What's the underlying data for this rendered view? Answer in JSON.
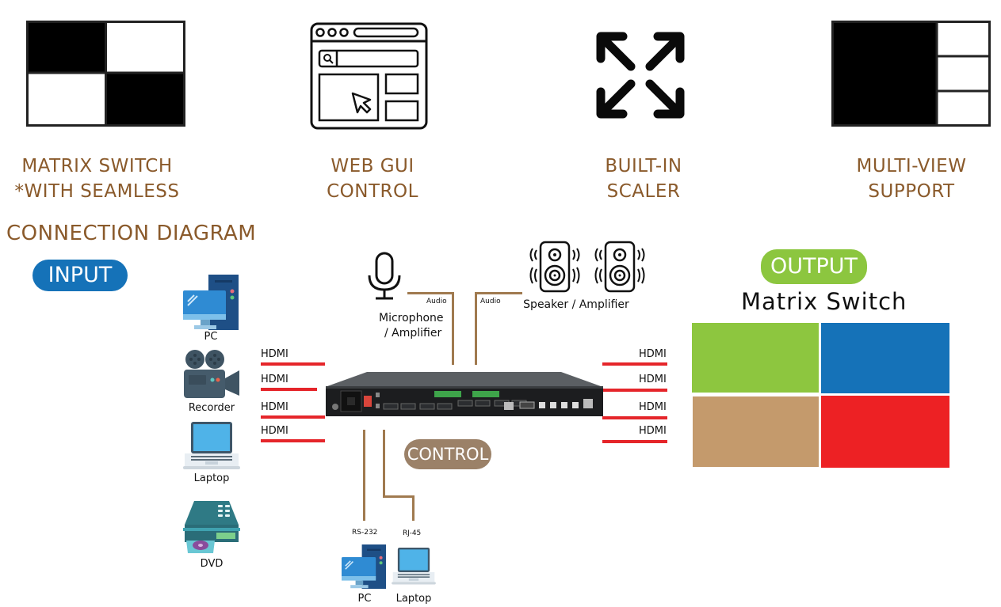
{
  "features": [
    {
      "icon": "matrix-grid-icon",
      "line1": "MATRIX SWITCH",
      "line2": "*WITH SEAMLESS"
    },
    {
      "icon": "web-browser-icon",
      "line1": "WEB GUI",
      "line2": "CONTROL"
    },
    {
      "icon": "expand-arrows-icon",
      "line1": "BUILT-IN",
      "line2": "SCALER"
    },
    {
      "icon": "multiview-layout-icon",
      "line1": "MULTI-VIEW",
      "line2": "SUPPORT"
    }
  ],
  "diagram": {
    "title": "CONNECTION DIAGRAM",
    "input_label": "INPUT",
    "output_label": "OUTPUT",
    "control_label": "CONTROL",
    "inputs": [
      {
        "name": "PC",
        "icon": "desktop-pc-icon"
      },
      {
        "name": "Recorder",
        "icon": "video-camera-icon"
      },
      {
        "name": "Laptop",
        "icon": "laptop-icon"
      },
      {
        "name": "DVD",
        "icon": "dvd-player-icon"
      }
    ],
    "input_links": [
      "HDMI",
      "HDMI",
      "HDMI",
      "HDMI"
    ],
    "output_links": [
      "HDMI",
      "HDMI",
      "HDMI",
      "HDMI"
    ],
    "audio_in": {
      "device": "Microphone / Amplifier",
      "device_line1": "Microphone",
      "device_line2": "/ Amplifier",
      "link": "Audio"
    },
    "audio_out": {
      "device": "Speaker / Amplifier",
      "link": "Audio"
    },
    "control_devices": [
      {
        "name": "PC",
        "link": "RS-232"
      },
      {
        "name": "Laptop",
        "link": "RJ-45"
      }
    ],
    "output_display": {
      "title": "Matrix Switch",
      "tiles": [
        {
          "position": "top-left",
          "color": "#8dc63f"
        },
        {
          "position": "top-right",
          "color": "#1572b8"
        },
        {
          "position": "bottom-left",
          "color": "#c49a6c"
        },
        {
          "position": "bottom-right",
          "color": "#ed2124"
        }
      ]
    }
  },
  "colors": {
    "accent_brown": "#8a5a2b",
    "input_blue": "#1572b8",
    "output_green": "#8cc63f",
    "control_taupe": "#9b8168",
    "hdmi_red": "#e5252a",
    "audio_line": "#a07a4f"
  }
}
